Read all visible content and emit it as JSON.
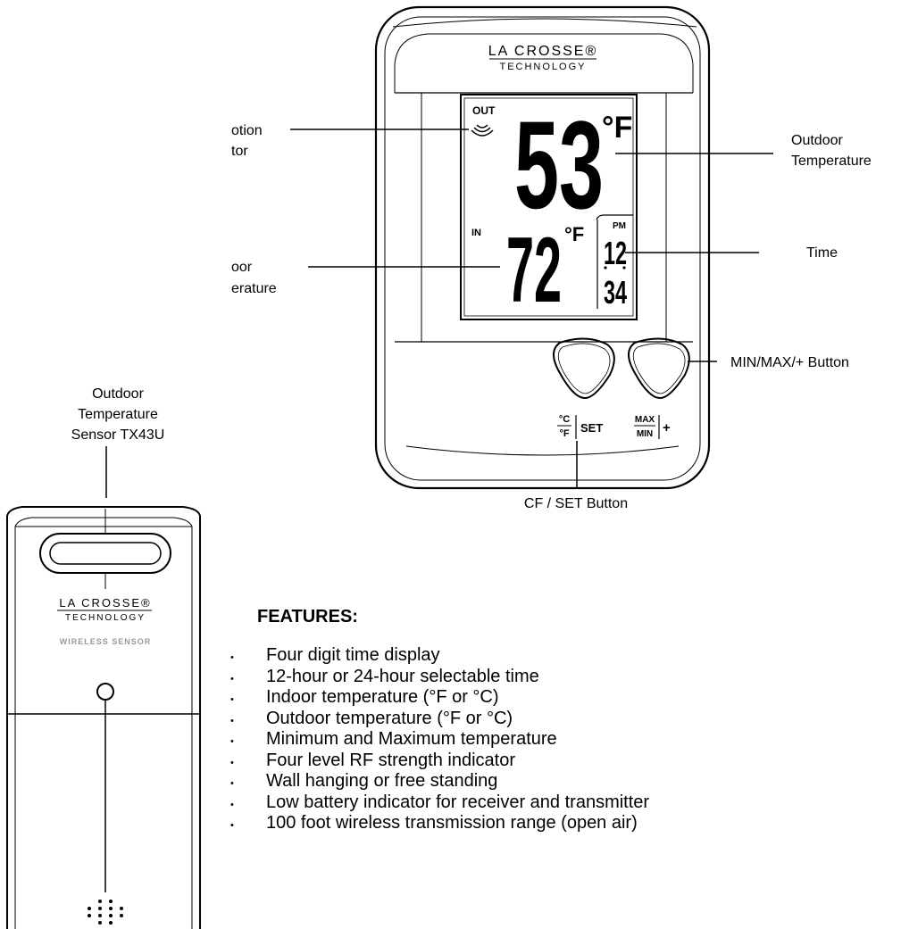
{
  "display_unit": {
    "brand_line1": "LA CROSSE®",
    "brand_line2": "TECHNOLOGY",
    "lcd": {
      "out_label": "OUT",
      "outdoor_value": "53",
      "outdoor_unit": "°F",
      "in_label": "IN",
      "indoor_value": "72",
      "indoor_unit": "°F",
      "pm_label": "PM",
      "time_hour": "12",
      "time_minute": "34"
    },
    "buttons": {
      "cf_top": "°C",
      "cf_bottom": "°F",
      "set_label": "SET",
      "max_label": "MAX",
      "min_label": "MIN",
      "plus_label": "+"
    }
  },
  "sensor_unit": {
    "brand_line1": "LA CROSSE®",
    "brand_line2": "TECHNOLOGY",
    "subtitle": "WIRELESS SENSOR"
  },
  "callouts": {
    "reception_line1": "otion",
    "reception_line2": "tor",
    "indoor_line1": "oor",
    "indoor_line2": "erature",
    "outdoor_line1": "Outdoor",
    "outdoor_line2": "Temperature",
    "time": "Time",
    "minmax": "MIN/MAX/+ Button",
    "cf_set": "CF / SET Button",
    "sensor_line1": "Outdoor",
    "sensor_line2": "Temperature",
    "sensor_line3": "Sensor TX43U"
  },
  "features": {
    "heading": "FEATURES:",
    "items": [
      "Four digit time display",
      "12-hour or 24-hour selectable time",
      "Indoor temperature (°F or °C)",
      "Outdoor temperature (°F or °C)",
      "Minimum and Maximum temperature",
      "Four level RF strength indicator",
      "Wall hanging or free standing",
      "Low battery indicator for receiver and transmitter",
      "100 foot wireless transmission range (open air)"
    ]
  }
}
